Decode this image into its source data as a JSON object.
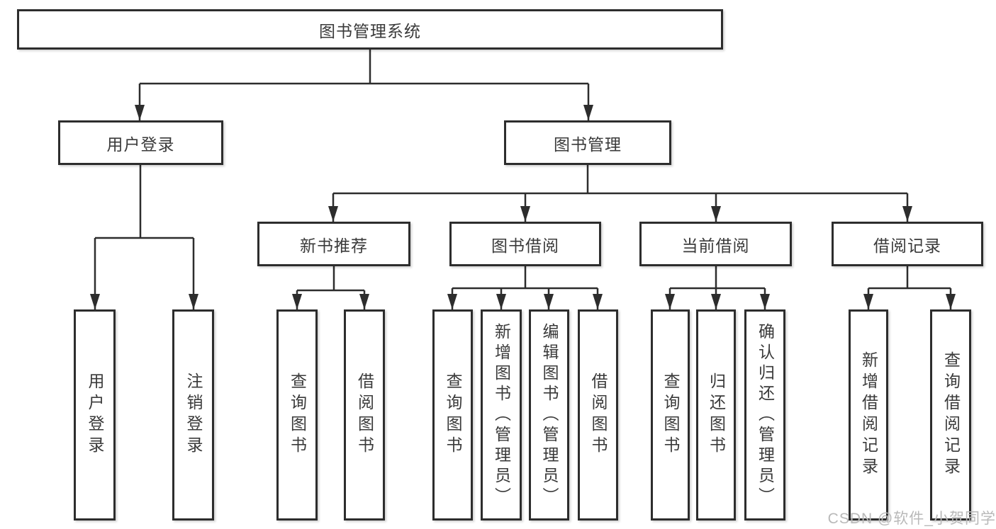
{
  "diagram": {
    "root": {
      "label": "图书管理系统"
    },
    "branches": [
      {
        "label": "用户登录",
        "children": [
          {
            "label": "用户登录"
          },
          {
            "label": "注销登录"
          }
        ]
      },
      {
        "label": "图书管理",
        "children": [
          {
            "label": "新书推荐",
            "children": [
              {
                "label": "查询图书"
              },
              {
                "label": "借阅图书"
              }
            ]
          },
          {
            "label": "图书借阅",
            "children": [
              {
                "label": "查询图书"
              },
              {
                "label": "新增图书（管理员）"
              },
              {
                "label": "编辑图书（管理员）"
              },
              {
                "label": "借阅图书"
              }
            ]
          },
          {
            "label": "当前借阅",
            "children": [
              {
                "label": "查询图书"
              },
              {
                "label": "归还图书"
              },
              {
                "label": "确认归还（管理员）"
              }
            ]
          },
          {
            "label": "借阅记录",
            "children": [
              {
                "label": "新增借阅记录"
              },
              {
                "label": "查询借阅记录"
              }
            ]
          }
        ]
      }
    ]
  },
  "colors": {
    "line": "#2d2d2d",
    "text": "#3a3a3a",
    "watermark": "#b9b9b9",
    "background": "#ffffff"
  },
  "watermark": "CSDN @软件_小贺同学"
}
